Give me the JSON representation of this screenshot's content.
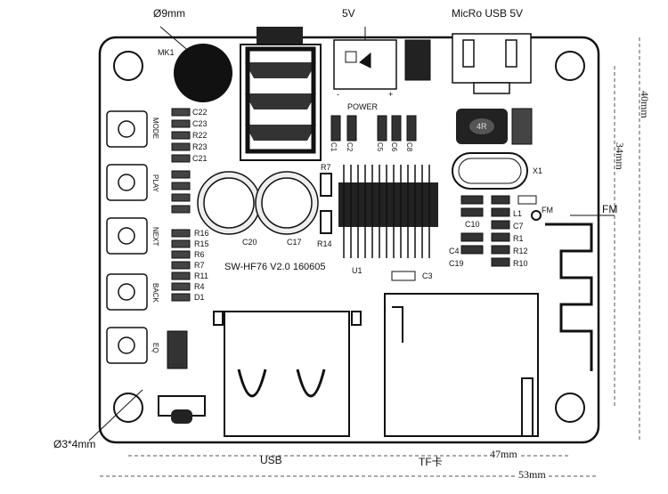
{
  "top_labels": {
    "hole_d9": "Ø9mm",
    "pwr_5v": "5V",
    "usb_5v": "MicRo USB 5V"
  },
  "left_labels": {
    "mk1": "MK1",
    "hole34": "Ø3*4mm"
  },
  "buttons": [
    "MODE",
    "PLAY",
    "NEXT",
    "BACK",
    "EQ"
  ],
  "resistors_a": [
    "C22",
    "C23",
    "R22",
    "R23",
    "C21"
  ],
  "resistors_b": [
    "R16",
    "R15",
    "R6",
    "R7",
    "R11",
    "R4",
    "D1"
  ],
  "power": {
    "label": "POWER",
    "minus": "-",
    "plus": "+"
  },
  "caps": [
    "C1",
    "C2",
    "C5",
    "C6",
    "C8"
  ],
  "elec_caps": [
    "C20",
    "C17"
  ],
  "r7": "R7",
  "r14": "R14",
  "u1": "U1",
  "board_version": "SW-HF76 V2.0 160605",
  "c3": "C3",
  "inductor": "4R",
  "x1": "X1",
  "fm_label": "FM",
  "fm_small": "FM",
  "right_small": {
    "l1": "L1",
    "c7": "C7",
    "r1": "R1",
    "r12": "R12",
    "r10": "R10",
    "c10": "C10",
    "c4": "C4",
    "c19": "C19"
  },
  "bottom": {
    "usb": "USB",
    "tf": "TF卡"
  },
  "dims": {
    "d40": "40mm",
    "d34": "34mm",
    "d47": "47mm",
    "d53": "53mm"
  }
}
